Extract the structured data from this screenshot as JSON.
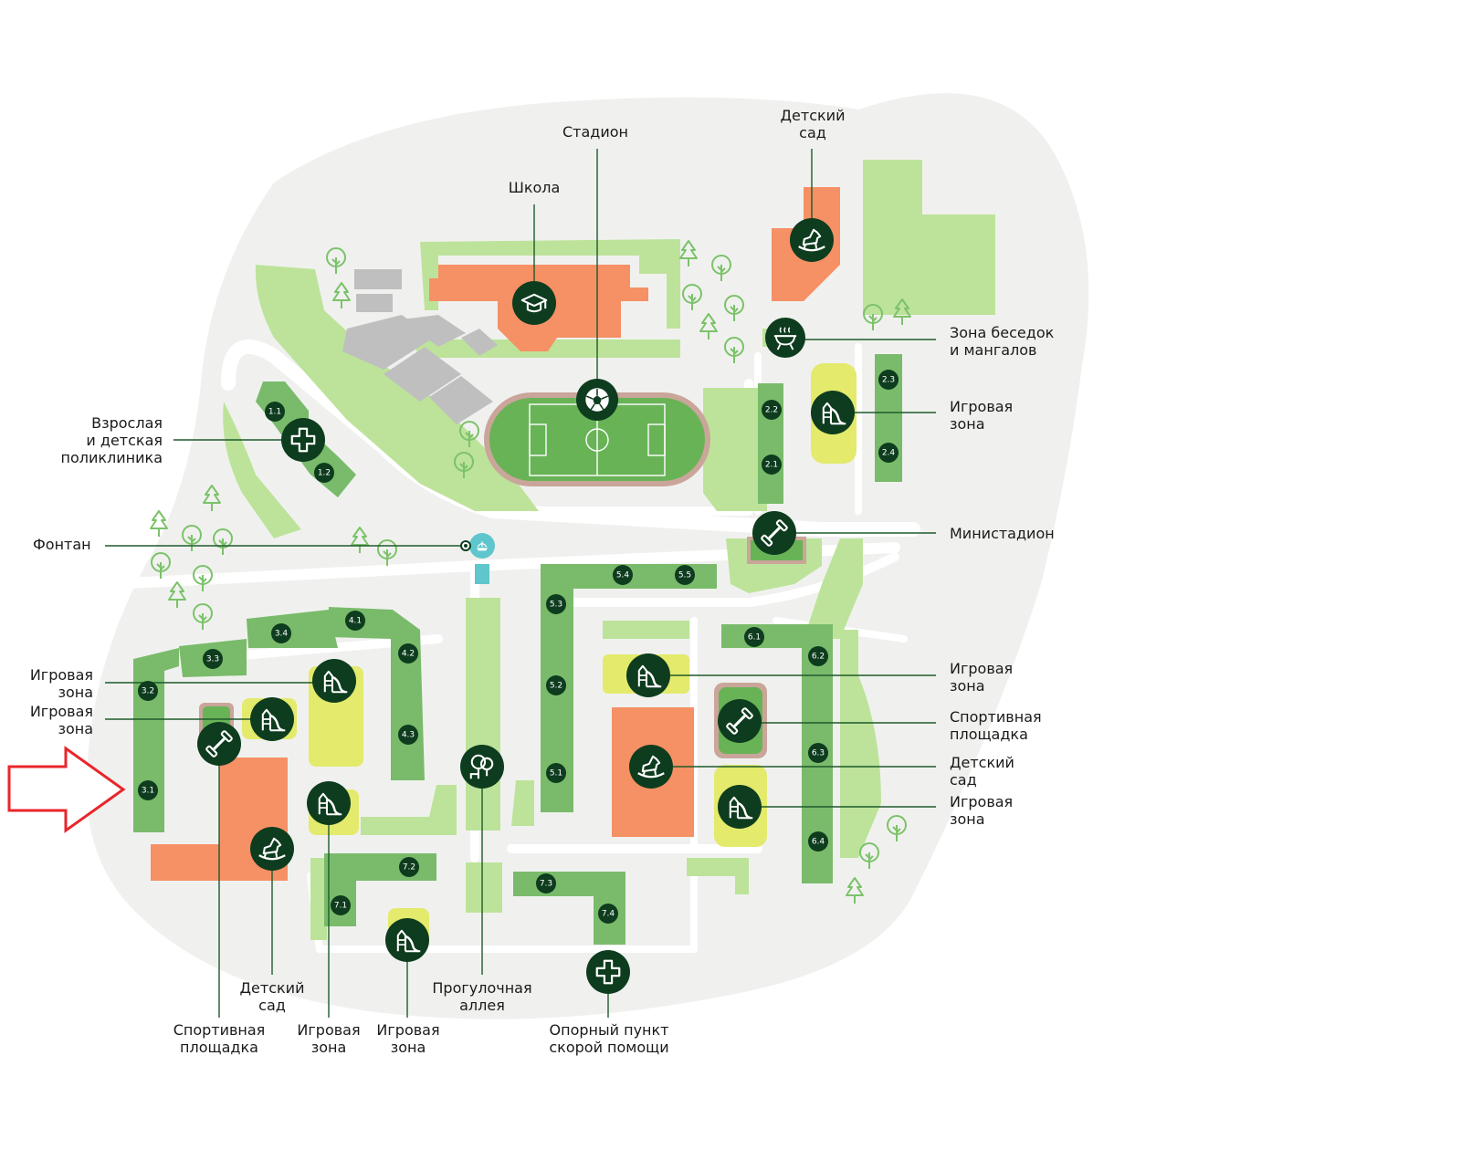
{
  "colors": {
    "ground": "#f0f1ef",
    "grass": "#bde39a",
    "building": "#79bb6a",
    "building_dark": "#5ea752",
    "orange": "#f69065",
    "yellow": "#e3ea6c",
    "parking": "#bfbfbf",
    "road": "#ffffff",
    "marker": "#0e3c1e",
    "line": "#1f5a2c",
    "field": "#68b356",
    "track": "#caa59a",
    "fountain": "#5ec6cc",
    "arrow": "#e8262b"
  },
  "labels": {
    "stadium": "Стадион",
    "school": "Школа",
    "kindergarten_top": "Детский\nсад",
    "gazebo": "Зона беседок\nи мангалов",
    "play_right_top": "Игровая\nзона",
    "polyclinic": "Взрослая\nи детская\nполиклиника",
    "fountain": "Фонтан",
    "ministadium": "Министадион",
    "play_left_1": "Игровая\nзона",
    "play_left_2": "Игровая\nзона",
    "play_right_mid": "Игровая\nзона",
    "sport_right": "Спортивная\nплощадка",
    "kindergarten_right": "Детский\nсад",
    "play_right_bottom": "Игровая\nзона",
    "kindergarten_bottom": "Детский\nсад",
    "sport_bottom": "Спортивная\nплощадка",
    "play_bottom_1": "Игровая\nзона",
    "play_bottom_2": "Игровая\nзона",
    "alley": "Прогулочная\nаллея",
    "ambulance": "Опорный пункт\nскорой помощи"
  },
  "buildings": [
    "1.1",
    "1.2",
    "2.1",
    "2.2",
    "2.3",
    "2.4",
    "3.1",
    "3.2",
    "3.3",
    "3.4",
    "4.1",
    "4.2",
    "4.3",
    "5.1",
    "5.2",
    "5.3",
    "5.4",
    "5.5",
    "6.1",
    "6.2",
    "6.3",
    "6.4",
    "7.1",
    "7.2",
    "7.3",
    "7.4"
  ],
  "icons": {
    "school": "graduation-cap-icon",
    "stadium": "football-icon",
    "kindergarten": "rocking-horse-icon",
    "gazebo": "grill-icon",
    "playground": "slide-icon",
    "sport": "dumbbell-icon",
    "clinic": "medical-cross-icon",
    "fountain": "fountain-icon",
    "alley": "trees-bench-icon",
    "tree": "tree-icon"
  }
}
